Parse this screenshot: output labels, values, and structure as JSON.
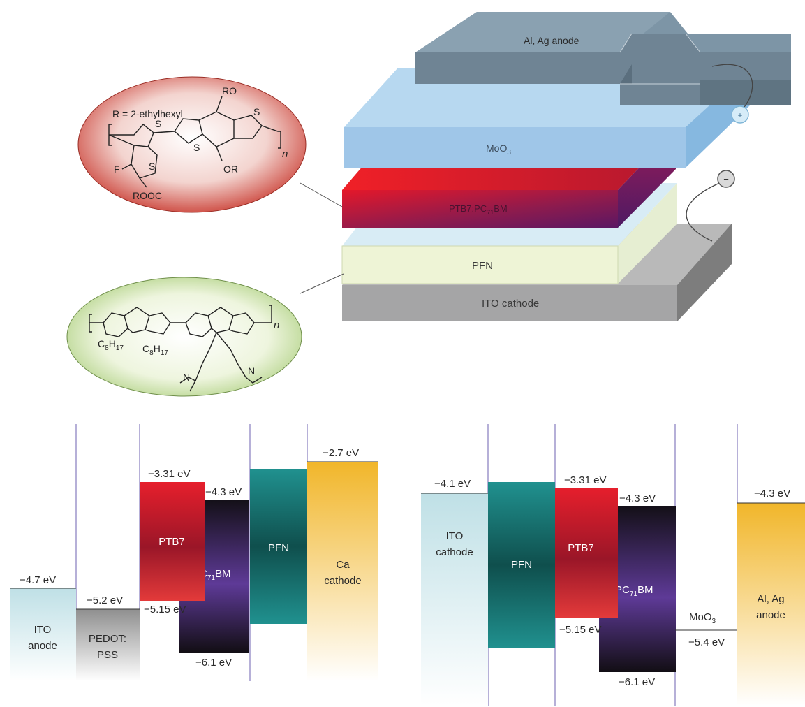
{
  "device": {
    "layers": {
      "anode": "Al, Ag anode",
      "moo3_base": "MoO",
      "moo3_sub": "3",
      "active_a": "PTB7:PC",
      "active_sub": "71",
      "active_b": "BM",
      "pfn": "PFN",
      "cathode": "ITO cathode"
    },
    "terminals": {
      "plus": "+",
      "minus": "−"
    }
  },
  "structures": {
    "ptb7": {
      "r_def": "R = 2-ethylhexyl",
      "ro": "RO",
      "or": "OR",
      "s": "S",
      "f": "F",
      "rooc": "ROOC",
      "n": "n"
    },
    "pfn": {
      "c8": "C",
      "c8_sub1": "8",
      "h": "H",
      "c8_sub2": "17",
      "n_atom": "N",
      "n": "n"
    }
  },
  "energy_left": {
    "ito_anode": {
      "level": "−4.7 eV",
      "line1": "ITO",
      "line2": "anode",
      "color": "#bfe0e6"
    },
    "pedot": {
      "level": "−5.2 eV",
      "line1": "PEDOT:",
      "line2": "PSS",
      "color": "#9a9a9a"
    },
    "ptb7": {
      "top": "−3.31 eV",
      "bottom": "−5.15 eV",
      "label": "PTB7",
      "color": "#d9202a"
    },
    "pcbm": {
      "top": "−4.3 eV",
      "bottom": "−6.1 eV",
      "label_a": "PC",
      "label_sub": "71",
      "label_b": "BM",
      "color": "#5b3a92"
    },
    "pfn": {
      "label": "PFN",
      "color": "#1f8c8a"
    },
    "ca": {
      "level": "−2.7 eV",
      "line1": "Ca",
      "line2": "cathode",
      "color": "#f2bd3a"
    }
  },
  "energy_right": {
    "ito_cathode": {
      "level": "−4.1 eV",
      "line1": "ITO",
      "line2": "cathode"
    },
    "pfn": {
      "label": "PFN"
    },
    "ptb7": {
      "top": "−3.31 eV",
      "bottom": "−5.15 eV",
      "label": "PTB7"
    },
    "pcbm": {
      "top": "−4.3 eV",
      "bottom": "−6.1 eV",
      "label_a": "PC",
      "label_sub": "71",
      "label_b": "BM"
    },
    "moo3": {
      "base": "MoO",
      "sub": "3",
      "level": "−5.4 eV"
    },
    "alag": {
      "level": "−4.3 eV",
      "line1": "Al, Ag",
      "line2": "anode"
    }
  }
}
